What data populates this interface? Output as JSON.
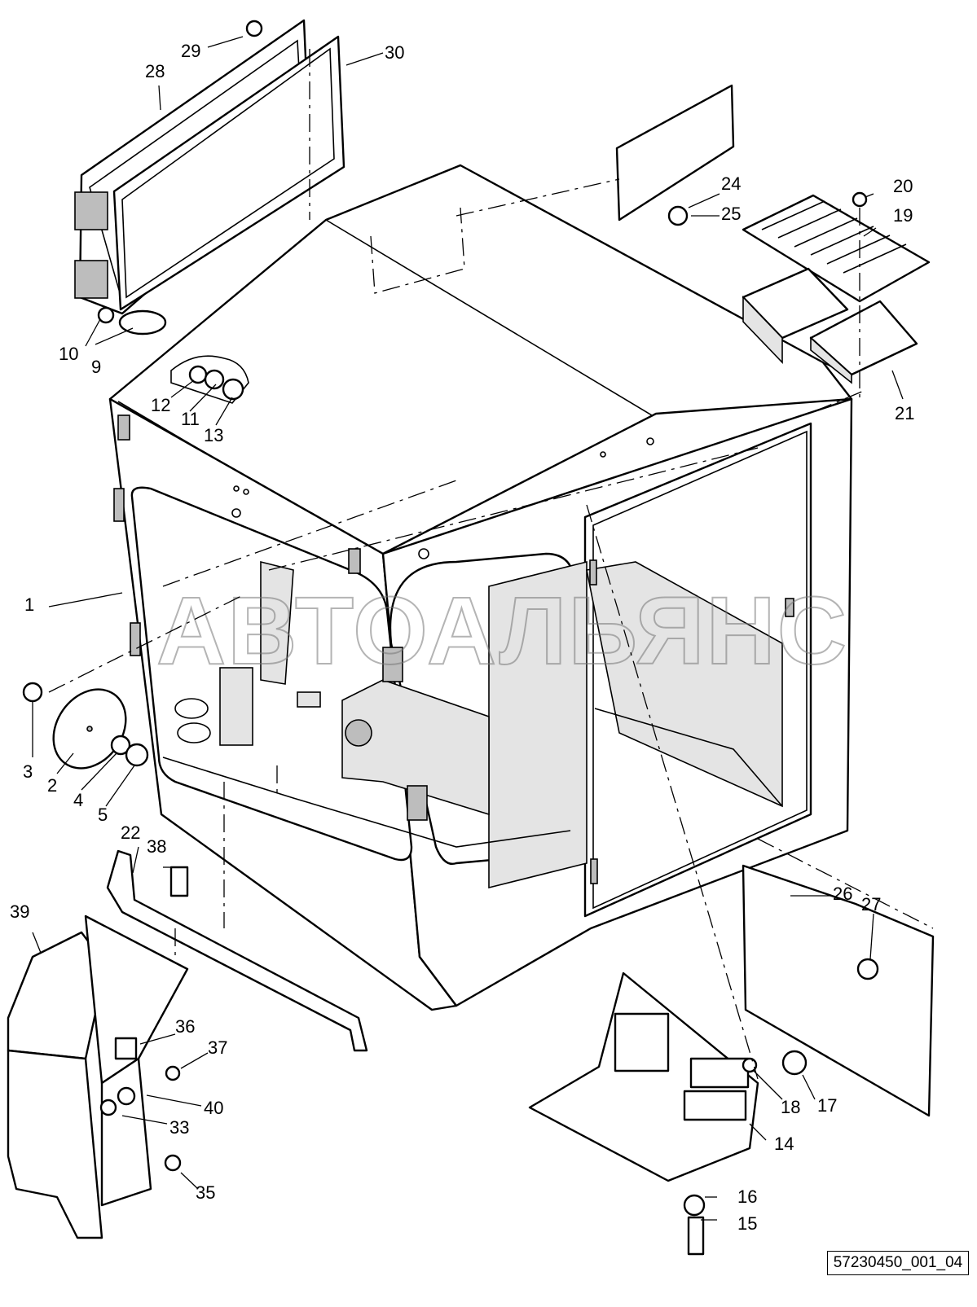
{
  "watermark": "АВТОАЛЬЯНС",
  "document_code": "57230450_001_04",
  "callouts": [
    "1",
    "2",
    "3",
    "4",
    "5",
    "9",
    "10",
    "11",
    "12",
    "13",
    "14",
    "15",
    "16",
    "17",
    "18",
    "19",
    "20",
    "21",
    "22",
    "24",
    "25",
    "26",
    "27",
    "28",
    "29",
    "30",
    "33",
    "35",
    "36",
    "37",
    "38",
    "39",
    "40"
  ]
}
